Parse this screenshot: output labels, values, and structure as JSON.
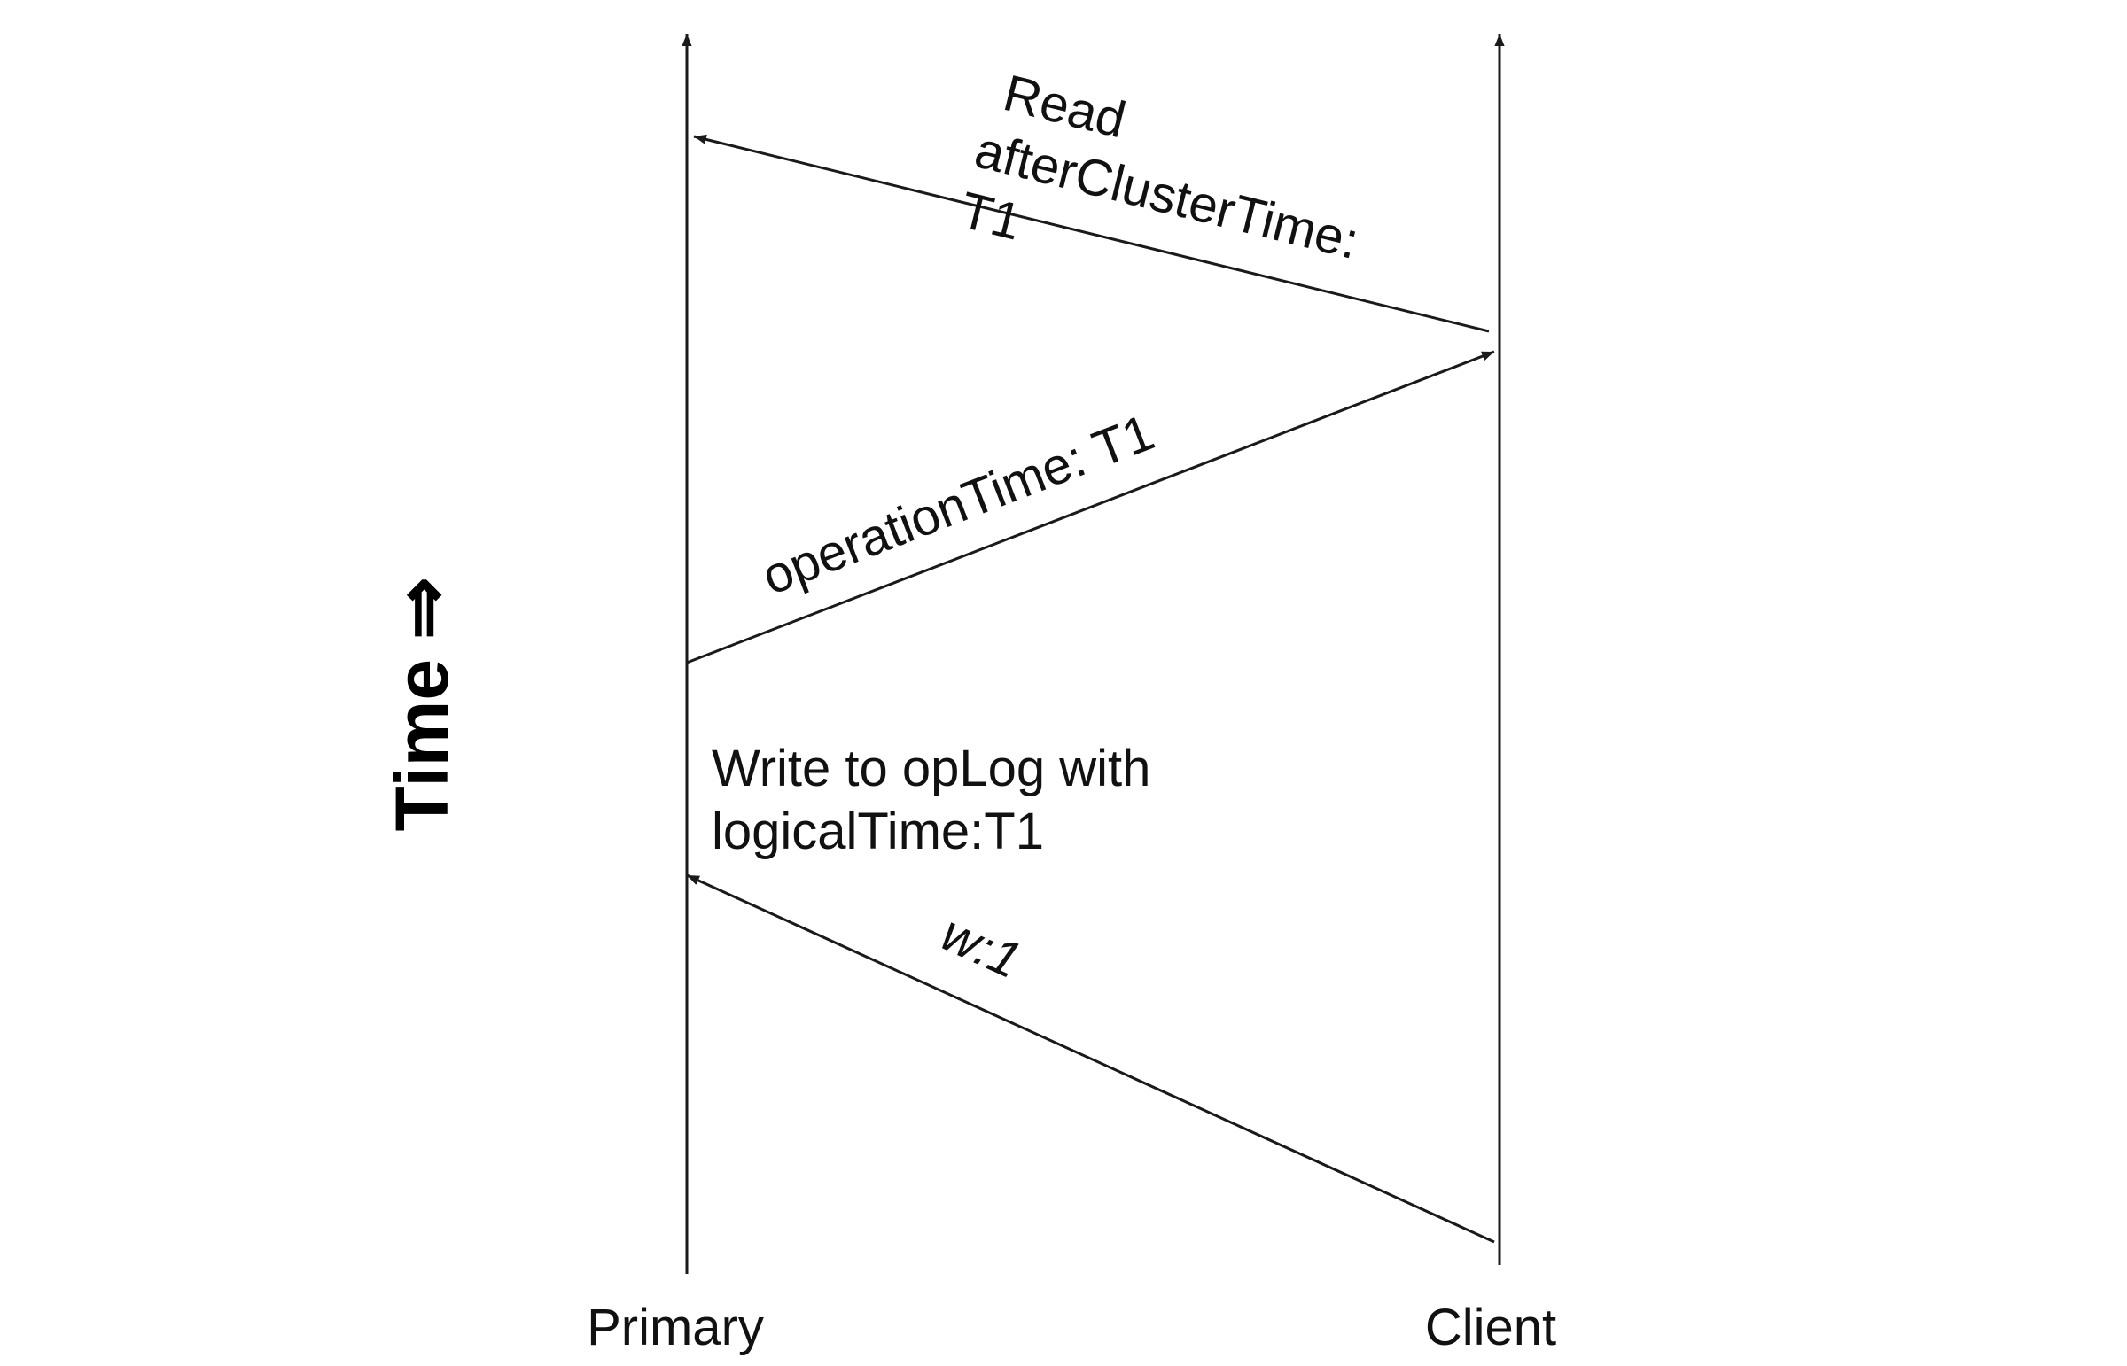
{
  "axis": {
    "label": "Time",
    "arrow_glyph": "⇒"
  },
  "lifelines": {
    "primary": "Primary",
    "client": "Client"
  },
  "messages": {
    "write": {
      "label": "w:1",
      "from": "Client",
      "to": "Primary"
    },
    "response": {
      "label": "operationTime: T1",
      "from": "Primary",
      "to": "Client"
    },
    "read": {
      "lines": [
        "Read",
        "afterClusterTime:",
        "T1"
      ],
      "from": "Client",
      "to": "Primary"
    }
  },
  "note": {
    "lines": [
      "Write to opLog with",
      "logicalTime:T1"
    ]
  }
}
